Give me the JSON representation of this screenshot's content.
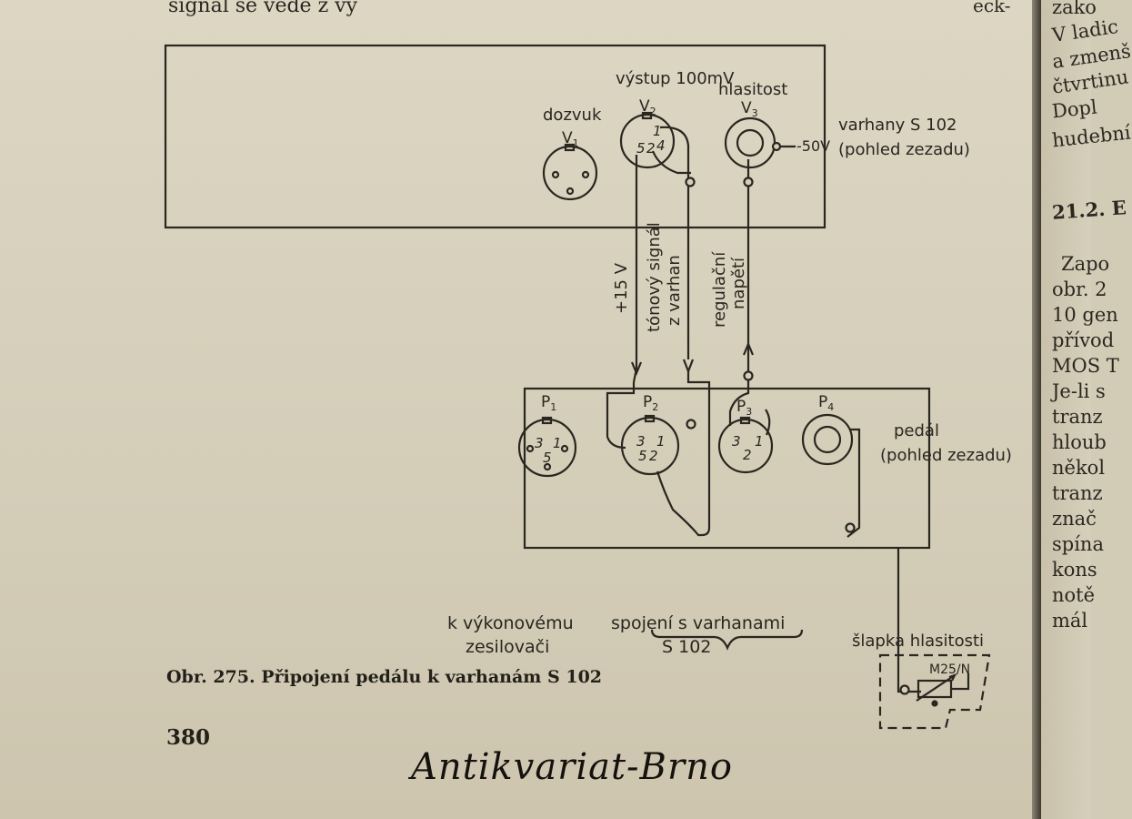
{
  "page": {
    "top_text": "signál se vede z vý",
    "top_right_fragment": "eck-",
    "caption": "Obr. 275. Připojení pedálu k varhanám S 102",
    "page_number": "380",
    "watermark": "Antikvariat-Brno"
  },
  "next_page": {
    "lines": [
      "zako",
      "V ladic",
      "a zmenš",
      "čtvrtinu",
      "Dopl",
      "hudební"
    ],
    "heading": "21.2. E",
    "lines2": [
      "Zapo",
      "obr. 2",
      "10 gen",
      "přívod",
      "MOS T",
      "Je-li s",
      "tranz",
      "hloub",
      "někol",
      "tranz",
      "znač",
      "spína",
      "kons",
      "notě",
      "mál"
    ]
  },
  "diagram": {
    "organ": {
      "label": "varhany S 102",
      "sublabel": "(pohled zezadu)",
      "minus_label": "-50V",
      "connectors": [
        {
          "name": "dozvuk",
          "id": "V",
          "sub": "1"
        },
        {
          "name": "výstup 100mV",
          "id": "V",
          "sub": "2",
          "pins": [
            "1",
            "5",
            "2",
            "4"
          ]
        },
        {
          "name": "hlasitost",
          "id": "V",
          "sub": "3"
        }
      ]
    },
    "wires": {
      "supply": "+15 V",
      "tone_line1": "tónový signál",
      "tone_line2": "z varhan",
      "reg_line1": "regulační",
      "reg_line2": "napětí"
    },
    "pedal": {
      "label": "pedál",
      "sublabel": "(pohled zezadu)",
      "connectors": [
        {
          "id": "P",
          "sub": "1",
          "pins": [
            "3",
            "1",
            "5"
          ]
        },
        {
          "id": "P",
          "sub": "2",
          "pins": [
            "3",
            "1",
            "5",
            "2"
          ]
        },
        {
          "id": "P",
          "sub": "3",
          "pins": [
            "3",
            "1",
            "2"
          ]
        },
        {
          "id": "P",
          "sub": "4"
        }
      ]
    },
    "amp_line1": "k výkonovému",
    "amp_line2": "zesilovači",
    "conn_line1": "spojení s varhanami",
    "conn_line2": "S 102",
    "foot": {
      "label": "šlapka hlasitosti",
      "pot": "M25/N"
    }
  },
  "colors": {
    "paper": "#d4cdb8",
    "ink": "#2a2620"
  }
}
